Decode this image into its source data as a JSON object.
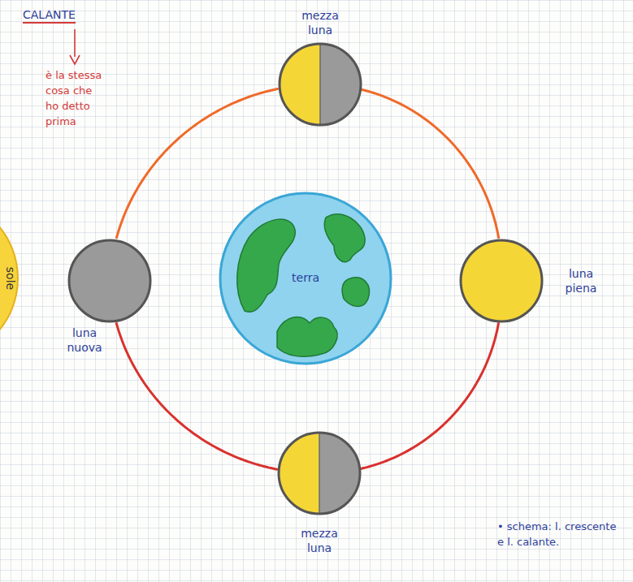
{
  "diagram": {
    "nodes": [
      {
        "text": [
          "mezza luna"
        ]
      },
      {
        "text": [
          "sole"
        ]
      },
      {
        "text": [
          "luna nuova"
        ]
      },
      {
        "text": [
          "terra"
        ]
      },
      {
        "text": [
          "luna piena"
        ]
      },
      {
        "text": [
          "mezza luna"
        ]
      }
    ],
    "edges": [
      {
        "from": 0,
        "to": 4,
        "arrow": "none"
      },
      {
        "from": 4,
        "to": 5,
        "arrow": "none"
      },
      {
        "from": 5,
        "to": 2,
        "arrow": "none"
      },
      {
        "from": 2,
        "to": 0,
        "arrow": "none"
      }
    ],
    "labels": [
      "CALANTE",
      "è la stessa cosa che ho detto prima",
      "• schema: l. crescente e l. calante."
    ]
  }
}
